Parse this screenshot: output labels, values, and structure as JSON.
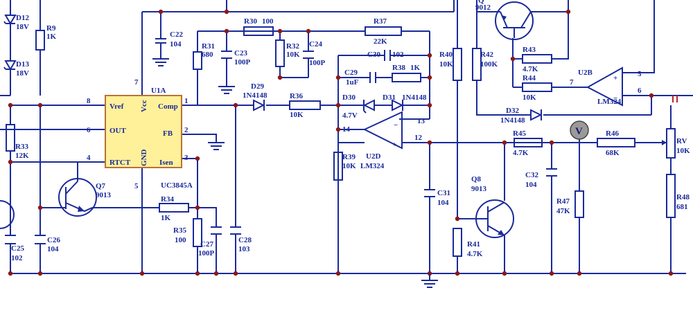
{
  "colors": {
    "wire": "#1a2a9a",
    "junction": "#8a1a1a",
    "ic_fill": "#fff09a",
    "ic_border": "#b87333",
    "meter": "#9a9a9a"
  },
  "ic": {
    "ref": "U1A",
    "part": "UC3845A",
    "pins": {
      "vref": "Vref",
      "out": "OUT",
      "rtct": "RTCT",
      "comp": "Comp",
      "fb": "FB",
      "isen": "Isen",
      "vcc": "Vcc",
      "gnd": "GND"
    },
    "pin_numbers": {
      "vref": "8",
      "out": "6",
      "rtct": "4",
      "comp": "1",
      "fb": "2",
      "isen": "3",
      "vcc": "7",
      "gnd": "5"
    }
  },
  "opamps": [
    {
      "ref": "U2D",
      "part": "LM324",
      "pins": [
        "14",
        "13",
        "12"
      ]
    },
    {
      "ref": "U2B",
      "part": "LM324",
      "pins": [
        "7",
        "6",
        "5"
      ]
    }
  ],
  "resistors": [
    {
      "ref": "R9",
      "value": "1K"
    },
    {
      "ref": "R30",
      "value": "100"
    },
    {
      "ref": "R31",
      "value": "680"
    },
    {
      "ref": "R32",
      "value": "10K"
    },
    {
      "ref": "R33",
      "value": "12K"
    },
    {
      "ref": "R34",
      "value": "1K"
    },
    {
      "ref": "R35",
      "value": "100"
    },
    {
      "ref": "R36",
      "value": "10K"
    },
    {
      "ref": "R37",
      "value": "22K"
    },
    {
      "ref": "R38",
      "value": "1K"
    },
    {
      "ref": "R39",
      "value": "10K"
    },
    {
      "ref": "R40",
      "value": "10K"
    },
    {
      "ref": "R41",
      "value": "4.7K"
    },
    {
      "ref": "R42",
      "value": "100K"
    },
    {
      "ref": "R43",
      "value": "4.7K"
    },
    {
      "ref": "R44",
      "value": "10K"
    },
    {
      "ref": "R45",
      "value": "4.7K"
    },
    {
      "ref": "R46",
      "value": "68K"
    },
    {
      "ref": "R47",
      "value": "47K"
    },
    {
      "ref": "R48",
      "value": "681"
    },
    {
      "ref": "RV",
      "value": "10K"
    }
  ],
  "capacitors": [
    {
      "ref": "C22",
      "value": "104"
    },
    {
      "ref": "C23",
      "value": "100P"
    },
    {
      "ref": "C24",
      "value": "100P"
    },
    {
      "ref": "C25",
      "value": "102"
    },
    {
      "ref": "C26",
      "value": "104"
    },
    {
      "ref": "C27",
      "value": "100P"
    },
    {
      "ref": "C28",
      "value": "103"
    },
    {
      "ref": "C29",
      "value": "1uF"
    },
    {
      "ref": "C30",
      "value": "102"
    },
    {
      "ref": "C31",
      "value": "104"
    },
    {
      "ref": "C32",
      "value": "104"
    }
  ],
  "diodes": [
    {
      "ref": "D12",
      "value": "18V"
    },
    {
      "ref": "D13",
      "value": "18V"
    },
    {
      "ref": "D29",
      "value": "1N4148"
    },
    {
      "ref": "D30",
      "value": "4.7V"
    },
    {
      "ref": "D31",
      "value": "1N4148"
    },
    {
      "ref": "D32",
      "value": "1N4148"
    }
  ],
  "transistors": [
    {
      "ref": "Q7",
      "part": "9013"
    },
    {
      "ref": "Q8",
      "part": "9013"
    },
    {
      "ref": "Q",
      "part": "9012"
    }
  ],
  "meter": {
    "symbol": "V"
  }
}
